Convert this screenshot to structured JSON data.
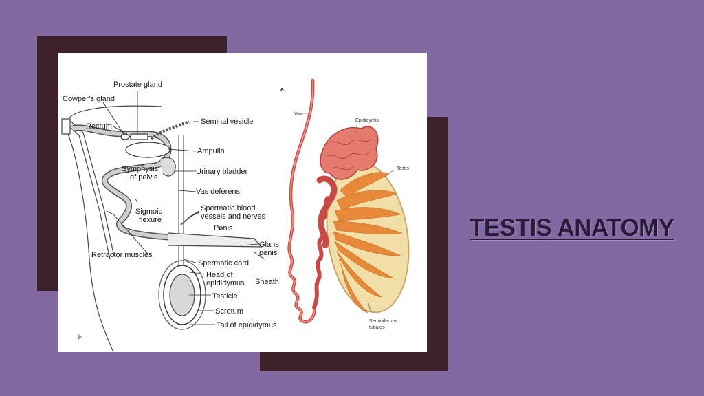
{
  "slide": {
    "title": "TESTIS ANATOMY"
  },
  "diagram_left": {
    "labels": {
      "prostate_gland": "Prostate gland",
      "cowpers_gland": "Cowper’s gland",
      "rectum": "Rectum",
      "seminal_vesicle": "Seminal vesicle",
      "ampulla": "Ampulla",
      "symphysis_line1": "Symphysis",
      "symphysis_line2": "of pelvis",
      "urinary_bladder": "Urinary bladder",
      "vas_deferens": "Vas deferens",
      "sigmoid_line1": "Sigmoid",
      "sigmoid_line2": "flexure",
      "spermatic_vessels_line1": "Spermatic blood",
      "spermatic_vessels_line2": "vessels and nerves",
      "penis": "Penis",
      "glans_line1": "Glans",
      "glans_line2": "penis",
      "retractor_muscles": "Retractor muscles",
      "spermatic_cord": "Spermatic cord",
      "head_epi_line1": "Head of",
      "head_epi_line2": "epididymus",
      "sheath": "Sheath",
      "testicle": "Testicle",
      "scrotum": "Scrotum",
      "tail_epididymus": "Tail of epididymus"
    }
  },
  "diagram_right": {
    "labels": {
      "panel_letter": "a",
      "vas": "Vas",
      "epididymis": "Epididymis",
      "testis": "Testis",
      "seminiferous_line1": "Seminiferous",
      "seminiferous_line2": "tubules"
    }
  },
  "colors": {
    "background": "#8369a1",
    "frame": "#3d2329",
    "duct_red": "#d9534f",
    "tubule_orange": "#e8893a",
    "testis_fill": "#f2dfa8"
  }
}
